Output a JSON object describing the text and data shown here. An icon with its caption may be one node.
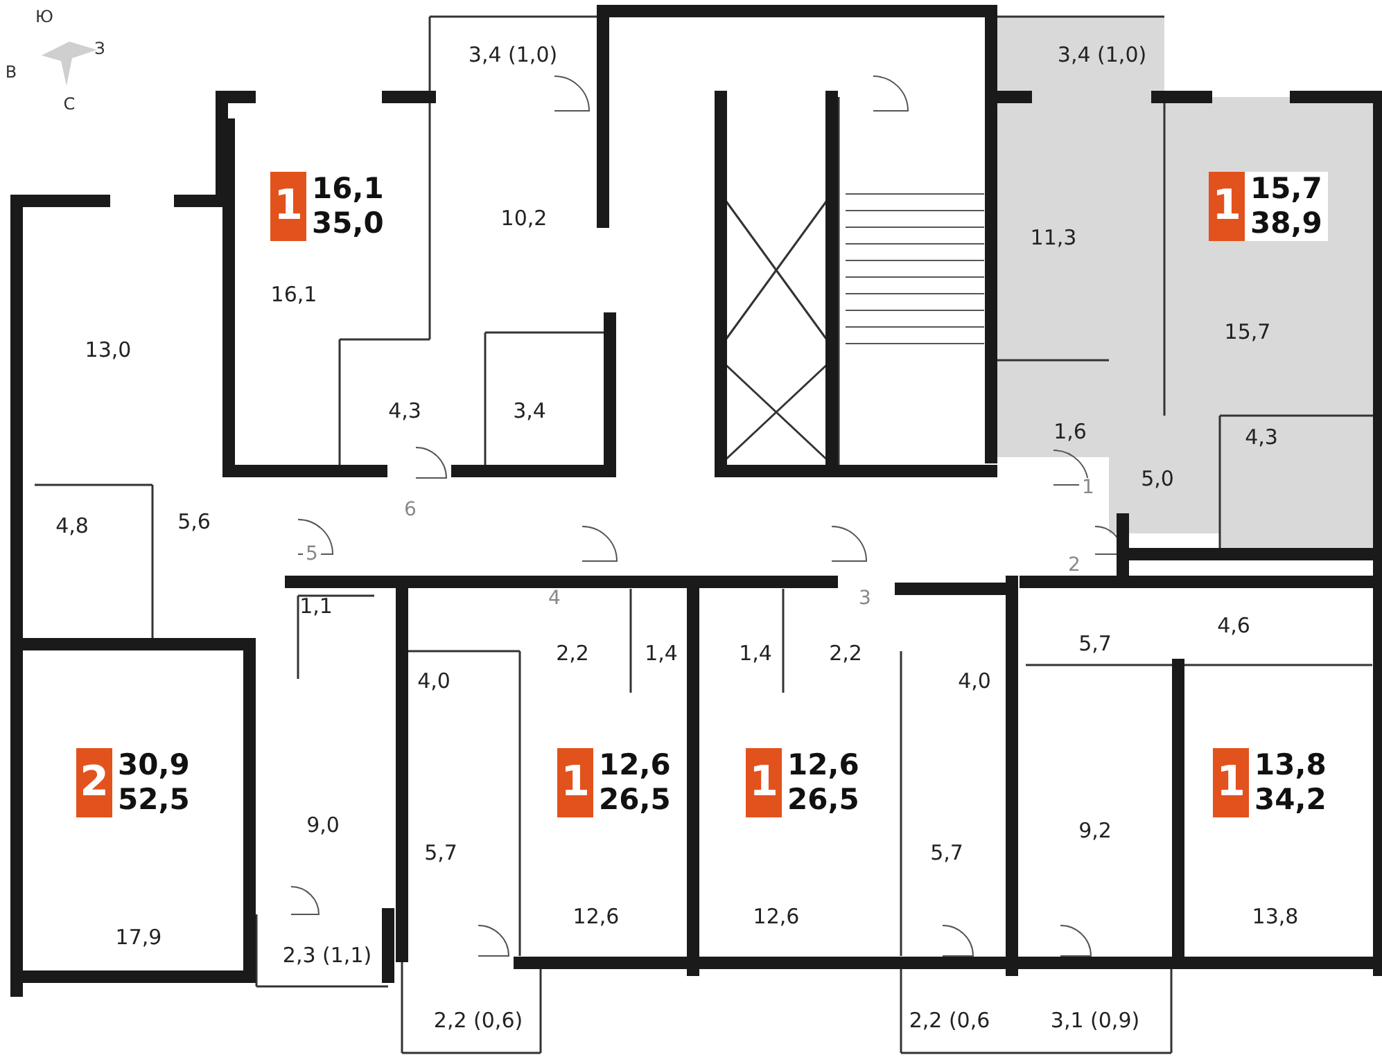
{
  "diagram": {
    "nodes": [
      {
        "text": [
          "1",
          "16,1",
          "35,0"
        ]
      },
      {
        "text": [
          "1",
          "15,7",
          "38,9"
        ]
      },
      {
        "text": [
          "2",
          "30,9",
          "52,5"
        ]
      },
      {
        "text": [
          "1",
          "12,6",
          "26,5"
        ]
      },
      {
        "text": [
          "1",
          "12,6",
          "26,5"
        ]
      },
      {
        "text": [
          "1",
          "13,8",
          "34,2"
        ]
      }
    ],
    "labels": [
      "Ю",
      "З",
      "В",
      "С",
      "3,4 (1,0)",
      "3,4 (1,0)",
      "10,2",
      "11,3",
      "16,1",
      "13,0",
      "15,7",
      "4,3",
      "3,4",
      "1,6",
      "4,3",
      "1",
      "5,0",
      "6",
      "4,8",
      "5,6",
      "5",
      "2",
      "4",
      "3",
      "1,1",
      "4,6",
      "2,2",
      "1,4",
      "1,4",
      "2,2",
      "4,0",
      "4,0",
      "5,7",
      "9,0",
      "9,2",
      "5,7",
      "5,7",
      "12,6",
      "12,6",
      "13,8",
      "17,9",
      "2,3 (1,1)",
      "2,2 (0,6)",
      "2,2 (0,6",
      "3,1 (0,9)"
    ]
  }
}
